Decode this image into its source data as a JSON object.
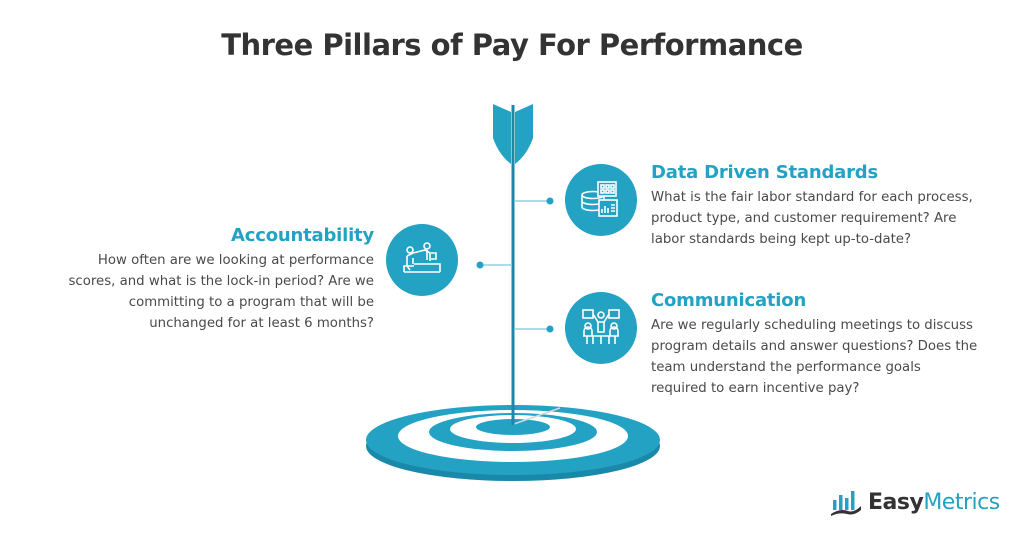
{
  "title": "Three Pillars of Pay For Performance",
  "colors": {
    "accent": "#23a2c4",
    "accent_dark": "#1a88a8",
    "text": "#4a4a4a",
    "title": "#333333"
  },
  "pillars": [
    {
      "heading": "Data Driven Standards",
      "icon": "database-chart-icon",
      "lines": [
        "What is the fair labor standard for each process,",
        "product type, and customer requirement? Are",
        "labor standards being kept up-to-date?"
      ]
    },
    {
      "heading": "Accountability",
      "icon": "helping-hand-climb-icon",
      "lines": [
        "How often are we looking at performance",
        "scores, and what is the lock-in period? Are we",
        "committing to a program that will be",
        "unchanged for at least 6 months?"
      ]
    },
    {
      "heading": "Communication",
      "icon": "team-meeting-icon",
      "lines": [
        "Are we regularly scheduling meetings to discuss",
        "program details and answer questions? Does the",
        "team understand the performance goals",
        "required to earn incentive pay?"
      ]
    }
  ],
  "logo": {
    "part1": "Easy",
    "part2": "Metrics"
  }
}
